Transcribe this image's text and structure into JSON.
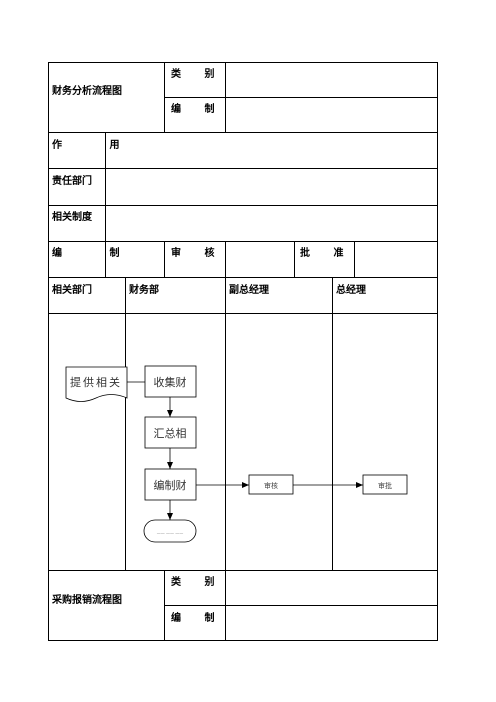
{
  "form1": {
    "title": "财务分析流程图",
    "category_label": "类 别",
    "category_value": "",
    "prepare_label": "编 制",
    "prepare_value": "",
    "purpose_label": "作 用",
    "purpose_value": "",
    "dept_label": "责任部门",
    "dept_value": "",
    "policy_label": "相关制度",
    "policy_value": "",
    "sign": {
      "prepare_label": "编 制",
      "prepare_value": "",
      "review_label": "审 核",
      "review_value": "",
      "approve_label": "批 准",
      "approve_value": ""
    },
    "lanes": [
      "相关部门",
      "财务部",
      "副总经理",
      "总经理"
    ]
  },
  "flow": {
    "doc_shape": "提供相关",
    "step1": "收集财",
    "step2": "汇总相",
    "step3": "编制财",
    "terminator": "—— —— ——",
    "vp_box": "审核",
    "gm_box": "审批"
  },
  "form2": {
    "title": "采购报销流程图",
    "category_label": "类 别",
    "category_value": "",
    "prepare_label": "编 制",
    "prepare_value": ""
  }
}
